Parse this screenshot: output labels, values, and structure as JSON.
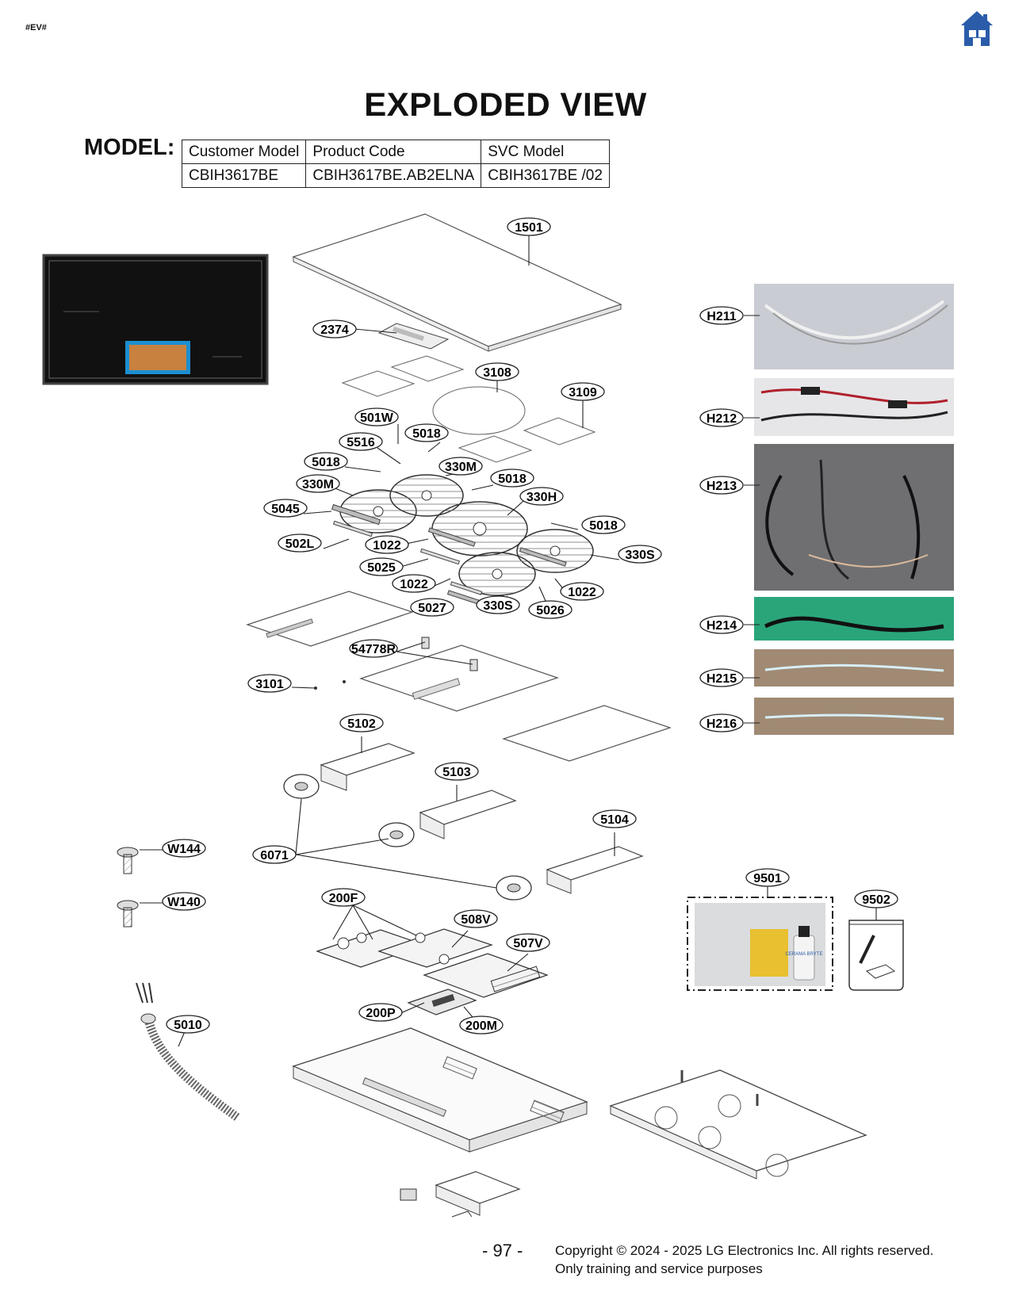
{
  "header": {
    "tag": "#EV#",
    "home_icon": "home-icon",
    "home_color": "#2a5caa"
  },
  "title": "EXPLODED VIEW",
  "model": {
    "label": "MODEL:",
    "headers": [
      "Customer Model",
      "Product Code",
      "SVC Model"
    ],
    "values": [
      "CBIH3617BE",
      "CBIH3617BE.AB2ELNA",
      "CBIH3617BE  /02"
    ]
  },
  "callouts": {
    "c1501": "1501",
    "c2374": "2374",
    "c3108": "3108",
    "c3109": "3109",
    "c501W": "501W",
    "c5516": "5516",
    "c5018a": "5018",
    "c5018b": "5018",
    "c5018c": "5018",
    "c5018d": "5018",
    "c330Ma": "330M",
    "c330Mb": "330M",
    "c330H": "330H",
    "c5045": "5045",
    "c502L": "502L",
    "c1022a": "1022",
    "c1022b": "1022",
    "c1022c": "1022",
    "c5025": "5025",
    "c330Sa": "330S",
    "c330Sb": "330S",
    "c5027": "5027",
    "c5026": "5026",
    "c54778R": "54778R",
    "c3101": "3101",
    "c5102": "5102",
    "c5103": "5103",
    "c5104": "5104",
    "c6071": "6071",
    "cW144": "W144",
    "cW140": "W140",
    "c200F": "200F",
    "c508V": "508V",
    "c507V": "507V",
    "c200P": "200P",
    "c200M": "200M",
    "c5010": "5010",
    "cH211": "H211",
    "cH212": "H212",
    "cH213": "H213",
    "cH214": "H214",
    "cH215": "H215",
    "cH216": "H216",
    "c9501": "9501",
    "c9502": "9502"
  },
  "kit_bottle_label": "CERAMA BRYTE",
  "footer": {
    "page": "- 97 -",
    "copyright": "Copyright © 2024 - 2025 LG Electronics Inc. All rights reserved.",
    "purpose": "Only training and service purposes"
  }
}
